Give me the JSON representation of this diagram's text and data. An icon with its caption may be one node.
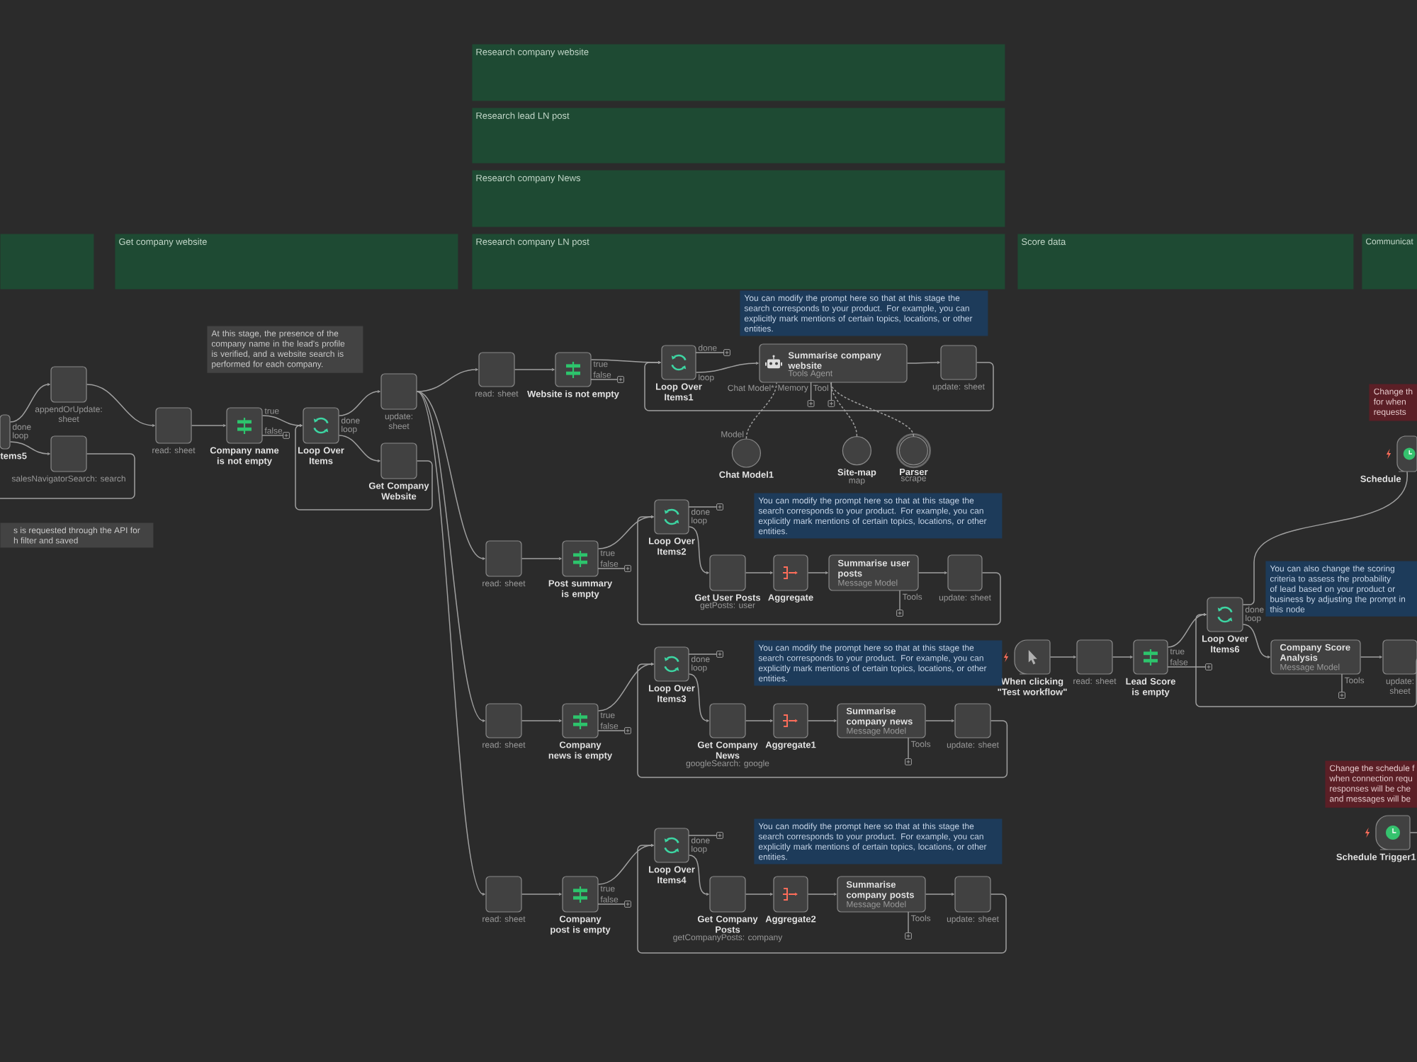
{
  "diagram": {
    "nodes": [
      {
        "text": [
          "Research company website"
        ]
      },
      {
        "text": [
          "Research lead LN post"
        ]
      },
      {
        "text": [
          "Research company News"
        ]
      },
      {
        "text": [],
        "shape": "box"
      },
      {
        "text": [
          "Get company website"
        ]
      },
      {
        "text": [
          "Research company LN post"
        ]
      },
      {
        "text": [
          "Score data"
        ]
      },
      {
        "text": [
          "Communicat"
        ]
      },
      {
        "text": [
          "At this stage, the presence of the company name in the lead's profile is verified, and a website search is performed for each company."
        ]
      },
      {
        "text": [
          "You can modify the prompt here so that at this stage the search corresponds to your product. For example, you can explicitly mark mentions of certain topics, locations, or other entities."
        ]
      },
      {
        "text": [
          "Change th",
          "for when",
          "requests"
        ]
      },
      {
        "text": [
          "tems5"
        ],
        "beside": [
          "done",
          "loop"
        ]
      },
      {
        "text": [
          "appendOrUpdate: sheet"
        ]
      },
      {
        "text": [
          "salesNavigatorSearch: search"
        ]
      },
      {
        "text": [
          "read: sheet"
        ]
      },
      {
        "text": [
          "Company name is not empty"
        ],
        "beside": [
          "true",
          "false"
        ]
      },
      {
        "text": [
          "Loop Over Items"
        ],
        "beside": [
          "done",
          "loop"
        ]
      },
      {
        "text": [
          "update: sheet"
        ]
      },
      {
        "text": [
          "Get Company Website"
        ]
      },
      {
        "text": [
          "read: sheet"
        ]
      },
      {
        "text": [
          "Website is not empty"
        ],
        "beside": [
          "true",
          "false"
        ]
      },
      {
        "text": [
          "Loop Over Items1"
        ],
        "beside": [
          "done",
          "loop"
        ]
      },
      {
        "text": [
          "Summarise company website",
          "Tools Agent"
        ],
        "beside": [
          "Chat Model*",
          "Memory",
          "Tool"
        ]
      },
      {
        "text": [
          "update: sheet"
        ]
      },
      {
        "text": [
          "Chat Model1"
        ],
        "beside": [
          "Model"
        ]
      },
      {
        "text": [
          "Site-map",
          "map"
        ]
      },
      {
        "text": [
          "Parser",
          "scrape"
        ]
      },
      {
        "text": [
          "Schedule"
        ]
      },
      {
        "text": [
          "s is requested through the API for",
          "h filter and saved"
        ]
      },
      {
        "text": [
          "You can modify the prompt here so that at this stage the search corresponds to your product. For example, you can explicitly mark mentions of certain topics, locations, or other entities."
        ]
      },
      {
        "text": [
          "Loop Over Items2"
        ],
        "beside": [
          "done",
          "loop"
        ]
      },
      {
        "text": [
          "read: sheet"
        ]
      },
      {
        "text": [
          "Post summary is empty"
        ],
        "beside": [
          "true",
          "false"
        ]
      },
      {
        "text": [
          "Get User Posts",
          "getPosts: user"
        ]
      },
      {
        "text": [
          "Aggregate"
        ]
      },
      {
        "text": [
          "Summarise user posts",
          "Message Model"
        ],
        "beside": [
          "Tools"
        ]
      },
      {
        "text": [
          "update: sheet"
        ]
      },
      {
        "text": [
          "You can also change the scoring criteria to assess the probability of lead based on your product or business by adjusting the prompt in this node"
        ]
      },
      {
        "text": [
          "Loop Over Items6"
        ],
        "beside": [
          "done",
          "loop"
        ]
      },
      {
        "text": [
          "When clicking \"Test workflow\""
        ]
      },
      {
        "text": [
          "read: sheet"
        ]
      },
      {
        "text": [
          "Lead Score is empty"
        ],
        "beside": [
          "true",
          "false"
        ]
      },
      {
        "text": [
          "Company Score Analysis",
          "Message Model"
        ],
        "beside": [
          "Tools"
        ]
      },
      {
        "text": [
          "update: sheet"
        ]
      },
      {
        "text": [
          "You can modify the prompt here so that at this stage the search corresponds to your product. For example, you can explicitly mark mentions of certain topics, locations, or other entities."
        ]
      },
      {
        "text": [
          "Loop Over Items3"
        ],
        "beside": [
          "done",
          "loop"
        ]
      },
      {
        "text": [
          "read: sheet"
        ]
      },
      {
        "text": [
          "Company news is empty"
        ],
        "beside": [
          "true",
          "false"
        ]
      },
      {
        "text": [
          "Get Company News",
          "googleSearch: google"
        ]
      },
      {
        "text": [
          "Aggregate1"
        ]
      },
      {
        "text": [
          "Summarise company news",
          "Message Model"
        ],
        "beside": [
          "Tools"
        ]
      },
      {
        "text": [
          "update: sheet"
        ]
      },
      {
        "text": [
          "Change the schedule f",
          "when connection requ",
          "responses will be che",
          "and messages will be"
        ]
      },
      {
        "text": [
          "Schedule Trigger1"
        ]
      },
      {
        "text": [
          "You can modify the prompt here so that at this stage the search corresponds to your product. For example, you can explicitly mark mentions of certain topics, locations, or other entities."
        ]
      },
      {
        "text": [
          "Loop Over Items4"
        ],
        "beside": [
          "done",
          "loop"
        ]
      },
      {
        "text": [
          "read: sheet"
        ]
      },
      {
        "text": [
          "Company post is empty"
        ],
        "beside": [
          "true",
          "false"
        ]
      },
      {
        "text": [
          "Get Company Posts",
          "getCompanyPosts: company"
        ]
      },
      {
        "text": [
          "Aggregate2"
        ]
      },
      {
        "text": [
          "Summarise company posts",
          "Message Model"
        ],
        "beside": [
          "Tools"
        ]
      },
      {
        "text": [
          "update: sheet"
        ]
      }
    ],
    "edges": [
      {
        "from": 11,
        "to": 12,
        "arrow": "to"
      },
      {
        "from": 11,
        "to": 13,
        "arrow": "to"
      },
      {
        "from": 13,
        "to": null,
        "arrow": "none"
      },
      {
        "from": 12,
        "to": 14,
        "arrow": "to"
      },
      {
        "from": 14,
        "to": 15,
        "arrow": "to"
      },
      {
        "from": 15,
        "to": 16,
        "arrow": "to"
      },
      {
        "from": 16,
        "to": 17,
        "arrow": "to"
      },
      {
        "from": 16,
        "to": 18,
        "arrow": "to"
      },
      {
        "from": 18,
        "to": 16,
        "arrow": "to"
      },
      {
        "from": 17,
        "to": 19,
        "arrow": "to"
      },
      {
        "from": 17,
        "to": 31,
        "arrow": "to"
      },
      {
        "from": 17,
        "to": 46,
        "arrow": "to"
      },
      {
        "from": 17,
        "to": 56,
        "arrow": "to"
      },
      {
        "from": 19,
        "to": 20,
        "arrow": "to"
      },
      {
        "from": 20,
        "to": 21,
        "arrow": "to"
      },
      {
        "from": 21,
        "to": 22,
        "arrow": "to"
      },
      {
        "from": 22,
        "to": 23,
        "arrow": "to"
      },
      {
        "from": 23,
        "to": 21,
        "arrow": "to"
      },
      {
        "from": 24,
        "to": 22,
        "arrow": "none",
        "style": "dashed"
      },
      {
        "from": 25,
        "to": 22,
        "arrow": "none",
        "style": "dashed"
      },
      {
        "from": 26,
        "to": 22,
        "arrow": "none",
        "style": "dashed"
      },
      {
        "from": 31,
        "to": 32,
        "arrow": "to"
      },
      {
        "from": 32,
        "to": 30,
        "arrow": "to"
      },
      {
        "from": 30,
        "to": 33,
        "arrow": "to"
      },
      {
        "from": 33,
        "to": 34,
        "arrow": "to"
      },
      {
        "from": 34,
        "to": 35,
        "arrow": "to"
      },
      {
        "from": 35,
        "to": 36,
        "arrow": "to"
      },
      {
        "from": 36,
        "to": 30,
        "arrow": "to"
      },
      {
        "from": 46,
        "to": 47,
        "arrow": "to"
      },
      {
        "from": 47,
        "to": 45,
        "arrow": "to"
      },
      {
        "from": 45,
        "to": 48,
        "arrow": "to"
      },
      {
        "from": 48,
        "to": 49,
        "arrow": "to"
      },
      {
        "from": 49,
        "to": 50,
        "arrow": "to"
      },
      {
        "from": 50,
        "to": 51,
        "arrow": "to"
      },
      {
        "from": 51,
        "to": 45,
        "arrow": "to"
      },
      {
        "from": 56,
        "to": 57,
        "arrow": "to"
      },
      {
        "from": 57,
        "to": 55,
        "arrow": "to"
      },
      {
        "from": 55,
        "to": 58,
        "arrow": "to"
      },
      {
        "from": 58,
        "to": 59,
        "arrow": "to"
      },
      {
        "from": 59,
        "to": 60,
        "arrow": "to"
      },
      {
        "from": 60,
        "to": 61,
        "arrow": "to"
      },
      {
        "from": 61,
        "to": 55,
        "arrow": "to"
      },
      {
        "from": 39,
        "to": 40,
        "arrow": "to"
      },
      {
        "from": 40,
        "to": 41,
        "arrow": "to"
      },
      {
        "from": 41,
        "to": 38,
        "arrow": "to"
      },
      {
        "from": 38,
        "to": 42,
        "arrow": "to"
      },
      {
        "from": 42,
        "to": 43,
        "arrow": "to"
      },
      {
        "from": 43,
        "to": 38,
        "arrow": "to"
      },
      {
        "from": 38,
        "to": 27,
        "arrow": "none"
      },
      {
        "from": 53,
        "to": null,
        "arrow": "none"
      }
    ]
  }
}
